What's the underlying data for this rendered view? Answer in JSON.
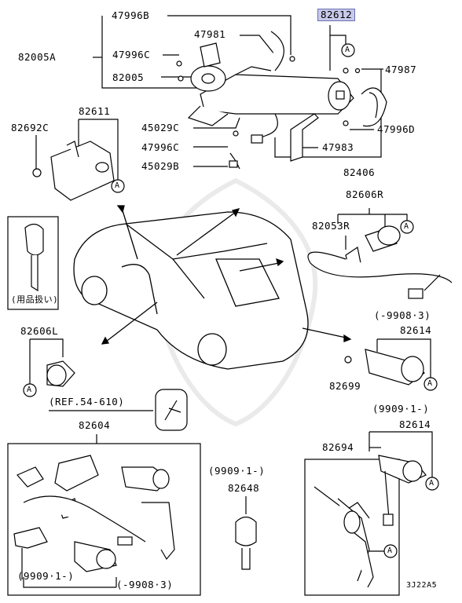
{
  "diagram": {
    "watermark": "",
    "labels": {
      "p47996B": "47996B",
      "p82612": "82612",
      "p82005A": "82005A",
      "p47996C_a": "47996C",
      "p47981": "47981",
      "p82005": "82005",
      "p47987": "47987",
      "p82611": "82611",
      "p82692C": "82692C",
      "p45029C": "45029C",
      "p47996C_b": "47996C",
      "p47996D": "47996D",
      "p47983": "47983",
      "p45029B": "45029B",
      "p82406": "82406",
      "p82606R": "82606R",
      "p82053R": "82053R",
      "p9908_a": "(-9908·3)",
      "p82614_a": "82614",
      "p82699": "82699",
      "p82606L": "82606L",
      "ref": "(REF.54-610)",
      "p82604": "82604",
      "p9909_a": "(9909·1-)",
      "p82614_b": "82614",
      "p82694": "82694",
      "p9909_b": "(9909·1-)",
      "p82648": "82648",
      "p9909_c": "(9909·1-)",
      "p9908_b": "(-9908·3)",
      "key_note": "(用品扱い)",
      "code": "3J22A5"
    },
    "callout": "A"
  }
}
